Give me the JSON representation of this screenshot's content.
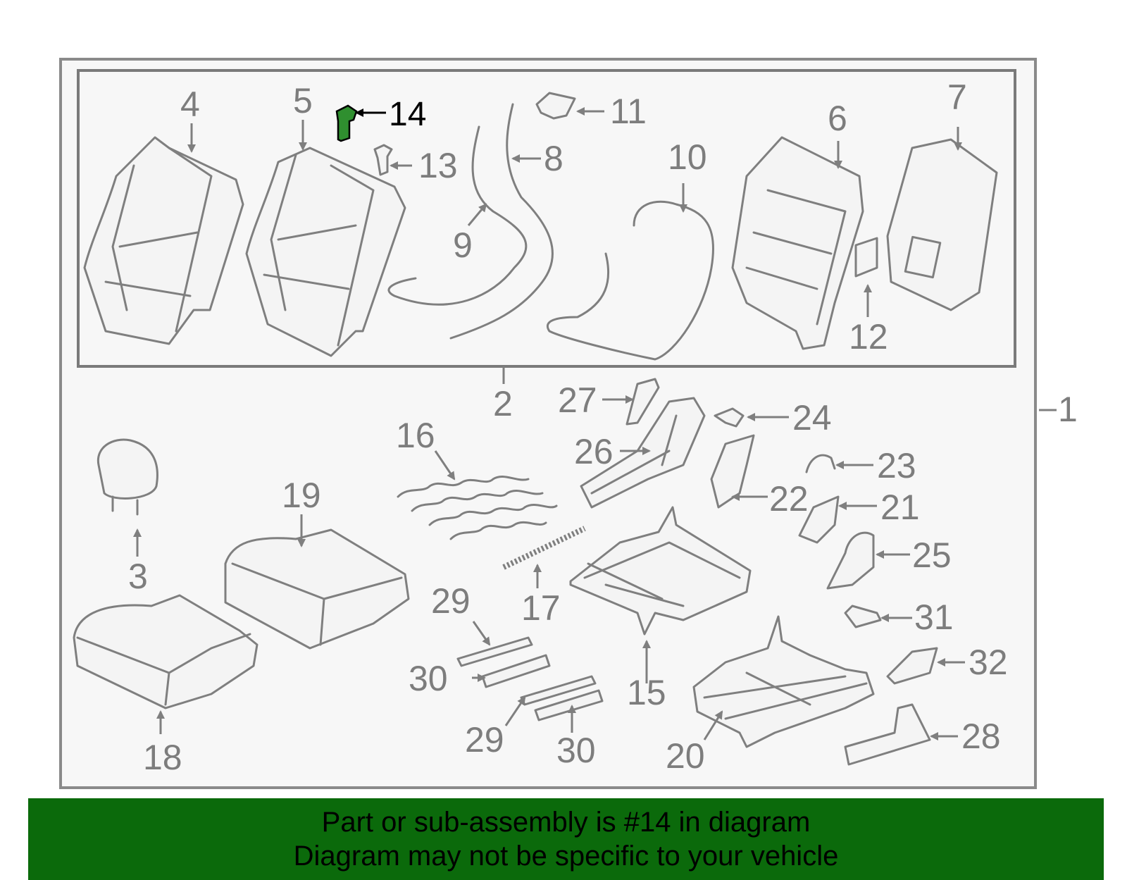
{
  "callouts": [
    {
      "id": "1",
      "label": "1"
    },
    {
      "id": "2",
      "label": "2"
    },
    {
      "id": "3",
      "label": "3"
    },
    {
      "id": "4",
      "label": "4"
    },
    {
      "id": "5",
      "label": "5"
    },
    {
      "id": "6",
      "label": "6"
    },
    {
      "id": "7",
      "label": "7"
    },
    {
      "id": "8",
      "label": "8"
    },
    {
      "id": "9",
      "label": "9"
    },
    {
      "id": "10",
      "label": "10"
    },
    {
      "id": "11",
      "label": "11"
    },
    {
      "id": "12",
      "label": "12"
    },
    {
      "id": "13",
      "label": "13"
    },
    {
      "id": "14",
      "label": "14"
    },
    {
      "id": "15",
      "label": "15"
    },
    {
      "id": "16",
      "label": "16"
    },
    {
      "id": "17",
      "label": "17"
    },
    {
      "id": "18",
      "label": "18"
    },
    {
      "id": "19",
      "label": "19"
    },
    {
      "id": "20",
      "label": "20"
    },
    {
      "id": "21",
      "label": "21"
    },
    {
      "id": "22",
      "label": "22"
    },
    {
      "id": "23",
      "label": "23"
    },
    {
      "id": "24",
      "label": "24"
    },
    {
      "id": "25",
      "label": "25"
    },
    {
      "id": "26",
      "label": "26"
    },
    {
      "id": "27",
      "label": "27"
    },
    {
      "id": "28",
      "label": "28"
    },
    {
      "id": "29a",
      "label": "29"
    },
    {
      "id": "29b",
      "label": "29"
    },
    {
      "id": "30a",
      "label": "30"
    },
    {
      "id": "30b",
      "label": "30"
    },
    {
      "id": "31",
      "label": "31"
    },
    {
      "id": "32",
      "label": "32"
    }
  ],
  "highlighted_part": "14",
  "colors": {
    "highlight_part": "#2f8f2f",
    "caption_background": "#0b6a0b",
    "line_art": "#7f7f7f"
  },
  "caption": {
    "line1": "Part or sub-assembly is #14 in diagram",
    "line2": "Diagram may not be specific to your vehicle"
  }
}
